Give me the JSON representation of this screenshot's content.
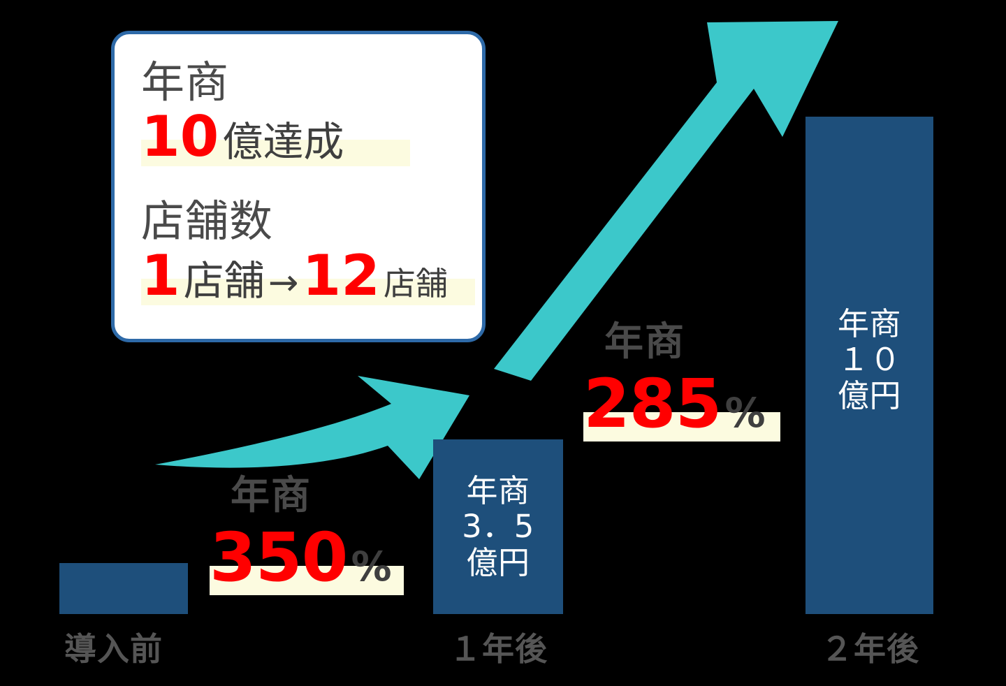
{
  "chart_data": {
    "type": "bar",
    "title": "",
    "categories": [
      "導入前",
      "１年後",
      "２年後"
    ],
    "values": [
      0,
      3.5,
      10
    ],
    "value_unit": "億円",
    "bar_labels": [
      "",
      "年商\n3．5\n億円",
      "年商\n１０\n億円"
    ],
    "series": [
      {
        "name": "年商",
        "values": [
          0,
          3.5,
          10
        ]
      }
    ],
    "annotations": [
      {
        "label": "年商",
        "value": "350",
        "unit": "%",
        "between": [
          "導入前",
          "１年後"
        ]
      },
      {
        "label": "年商",
        "value": "285",
        "unit": "%",
        "between": [
          "１年後",
          "２年後"
        ]
      }
    ],
    "xlabel": "",
    "ylabel": "",
    "ylim": [
      0,
      10
    ],
    "grid": false,
    "legend": "none",
    "colors": {
      "bar": "#1e4f7b",
      "arrow": "#3cc8ca",
      "highlight_band": "#fcfbe0",
      "accent_red": "#ff0000",
      "text_dark": "#4a4a4a",
      "callout_border": "#2e6aa8",
      "background": "#000000"
    }
  },
  "bars": [
    {
      "label": "",
      "axis": "導入前"
    },
    {
      "label": "年商\n3．5\n億円",
      "axis": "１年後"
    },
    {
      "label": "年商\n１０\n億円",
      "axis": "２年後"
    }
  ],
  "growth_callouts": [
    {
      "title": "年商",
      "value": "350",
      "unit": "%"
    },
    {
      "title": "年商",
      "value": "285",
      "unit": "%"
    }
  ],
  "callout_box": {
    "groups": [
      {
        "heading": "年商",
        "value_number": "10",
        "value_text": "億達成"
      },
      {
        "heading": "店舗数",
        "from_number": "1",
        "from_text": "店舗",
        "arrow": "→",
        "to_number": "12",
        "to_text": "店舗"
      }
    ]
  }
}
